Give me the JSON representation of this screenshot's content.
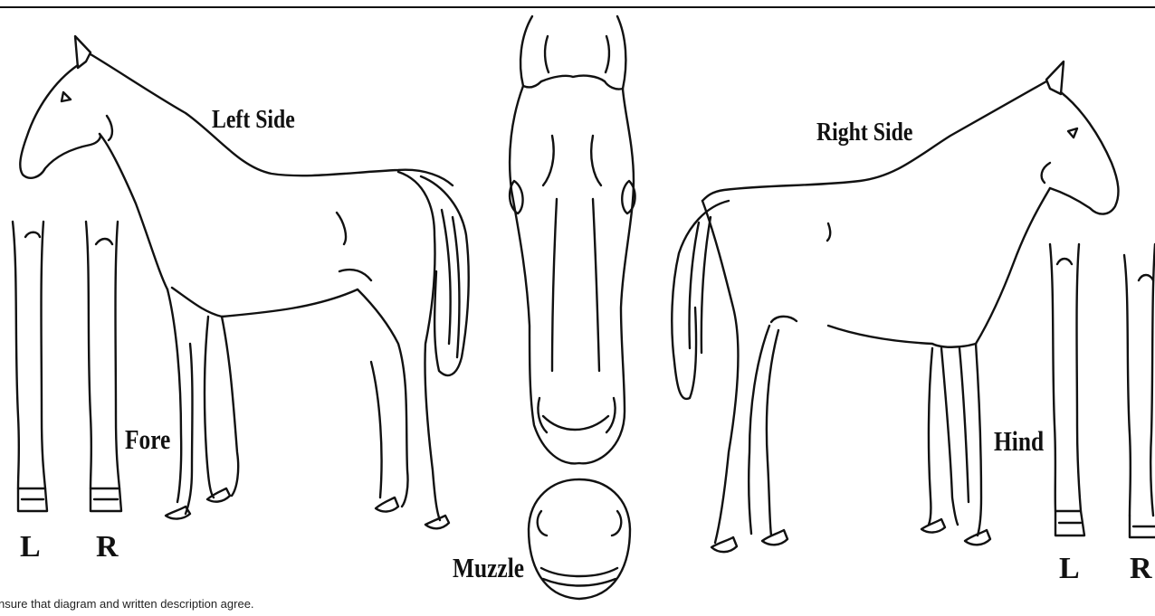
{
  "labels": {
    "left_side": "Left Side",
    "right_side": "Right Side",
    "fore": "Fore",
    "hind": "Hind",
    "muzzle": "Muzzle",
    "fore_left": "L",
    "fore_right": "R",
    "hind_left": "L",
    "hind_right": "R"
  },
  "footer_note": "nsure that diagram and written description agree.",
  "colors": {
    "ink": "#111111",
    "paper": "#ffffff"
  }
}
